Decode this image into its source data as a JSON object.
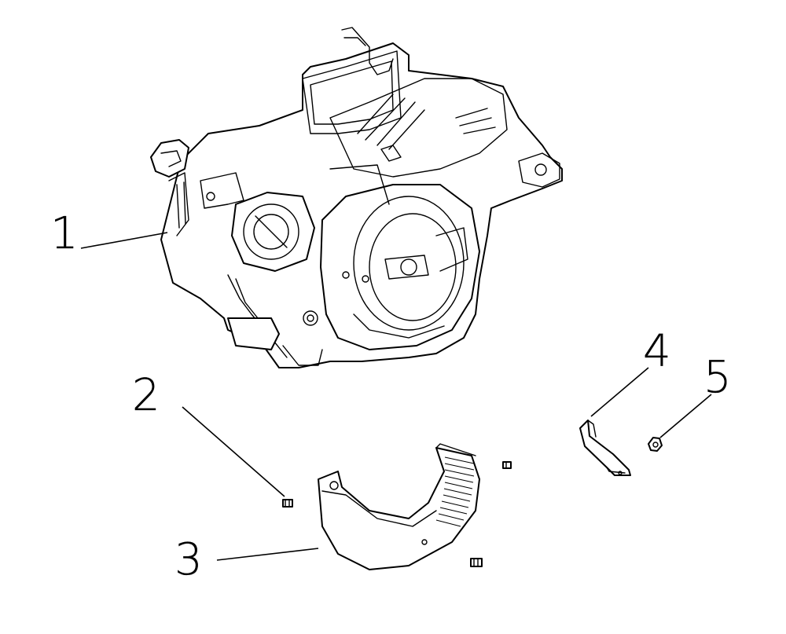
{
  "callouts": [
    {
      "number": "1",
      "part": "engine"
    },
    {
      "number": "2",
      "part": "bolt"
    },
    {
      "number": "3",
      "part": "cover"
    },
    {
      "number": "4",
      "part": "bracket"
    },
    {
      "number": "5",
      "part": "nut"
    }
  ],
  "colors": {
    "line": "#000000",
    "background": "#ffffff"
  }
}
